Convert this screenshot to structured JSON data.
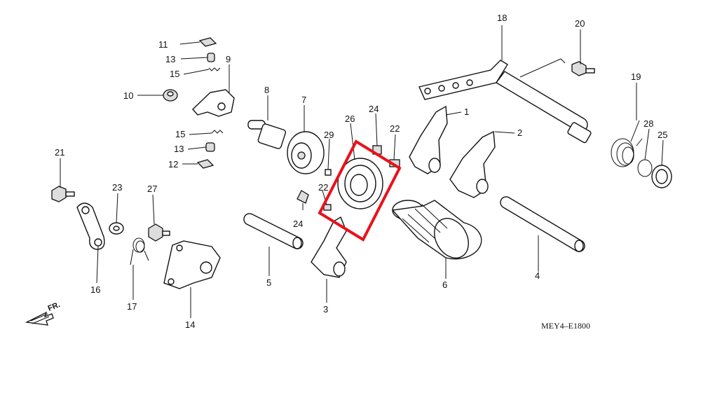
{
  "diagram": {
    "code": "MEY4–E1800",
    "direction": "FR.",
    "highlight_color": "#e8121c",
    "labels": {
      "l1": "1",
      "l2": "2",
      "l3": "3",
      "l4": "4",
      "l5": "5",
      "l6": "6",
      "l7": "7",
      "l8": "8",
      "l9": "9",
      "l10": "10",
      "l11": "11",
      "l12": "12",
      "l13a": "13",
      "l13b": "13",
      "l14": "14",
      "l15a": "15",
      "l15b": "15",
      "l16": "16",
      "l17": "17",
      "l18": "18",
      "l19": "19",
      "l20": "20",
      "l21": "21",
      "l22a": "22",
      "l22b": "22",
      "l23": "23",
      "l24a": "24",
      "l24b": "24",
      "l25": "25",
      "l26": "26",
      "l27": "27",
      "l28": "28",
      "l29": "29"
    }
  }
}
